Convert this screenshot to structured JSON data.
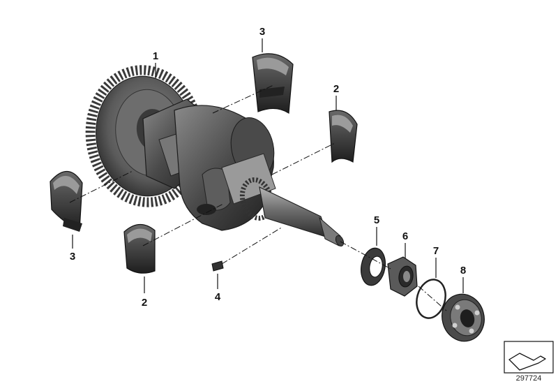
{
  "diagram": {
    "callouts": [
      {
        "id": "crankshaft",
        "label": "1"
      },
      {
        "id": "bearing-shell-top-right",
        "label": "2"
      },
      {
        "id": "bearing-shell-bottom",
        "label": "2"
      },
      {
        "id": "bearing-shell-top",
        "label": "3"
      },
      {
        "id": "bearing-shell-left",
        "label": "3"
      },
      {
        "id": "key",
        "label": "4"
      },
      {
        "id": "washer",
        "label": "5"
      },
      {
        "id": "nut",
        "label": "6"
      },
      {
        "id": "circlip",
        "label": "7"
      },
      {
        "id": "ball-bearing",
        "label": "8"
      }
    ],
    "diagram_id": "297724",
    "colors": {
      "part_dark": "#2a2a2a",
      "part_mid": "#5b5b5b",
      "part_light": "#9a9a9a",
      "ink": "#111111"
    }
  }
}
